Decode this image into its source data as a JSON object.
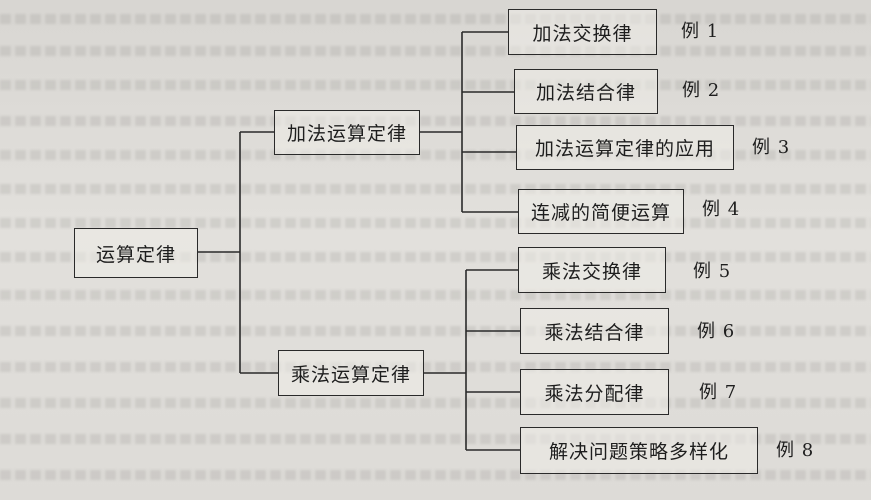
{
  "diagram": {
    "root": "运算定律",
    "branches": [
      {
        "label": "加法运算定律",
        "children": [
          {
            "label": "加法交换律",
            "example": "例 1"
          },
          {
            "label": "加法结合律",
            "example": "例 2"
          },
          {
            "label": "加法运算定律的应用",
            "example": "例 3"
          },
          {
            "label": "连减的简便运算",
            "example": "例 4"
          }
        ]
      },
      {
        "label": "乘法运算定律",
        "children": [
          {
            "label": "乘法交换律",
            "example": "例 5"
          },
          {
            "label": "乘法结合律",
            "example": "例 6"
          },
          {
            "label": "乘法分配律",
            "example": "例 7"
          },
          {
            "label": "解决问题策略多样化",
            "example": "例 8"
          }
        ]
      }
    ]
  }
}
